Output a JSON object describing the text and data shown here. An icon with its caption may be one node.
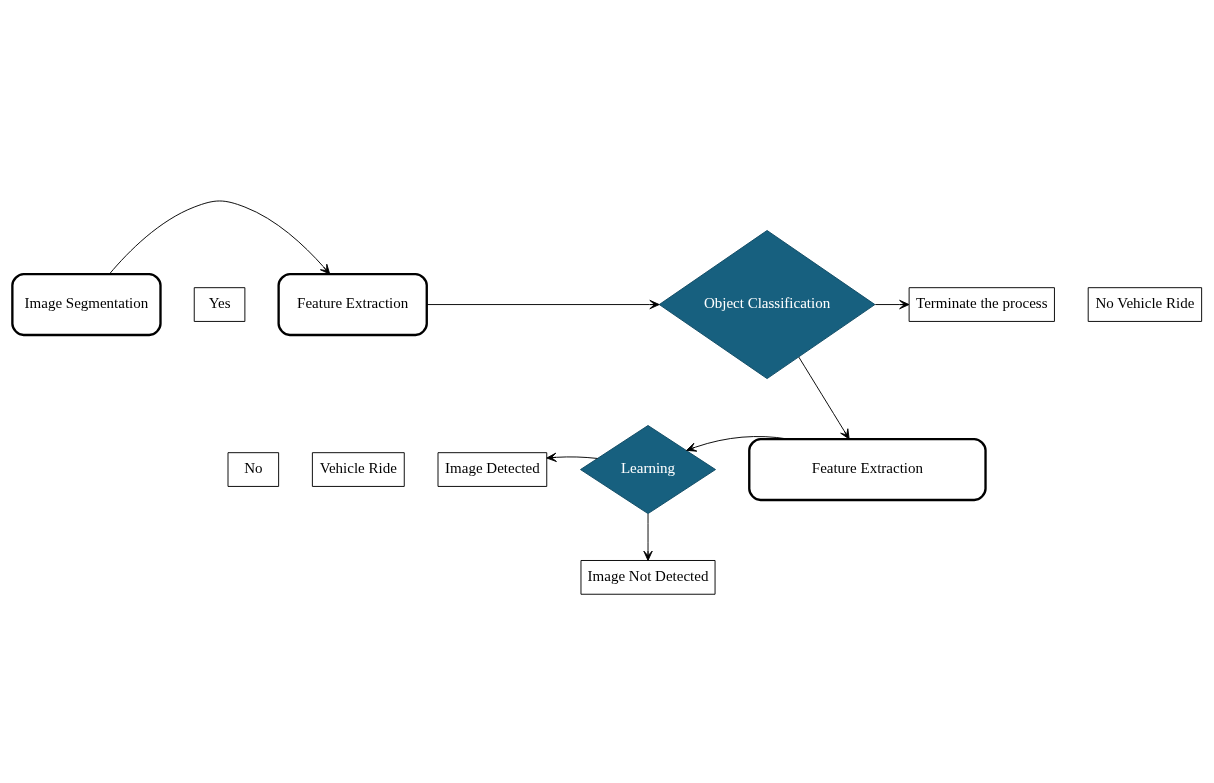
{
  "diagram": {
    "nodes": [
      {
        "text": [
          "Image Segmentation"
        ]
      },
      {
        "text": [
          "Feature Extraction"
        ]
      },
      {
        "text": [
          "Object Classification"
        ]
      },
      {
        "text": [
          "No Vehicle Ride"
        ]
      },
      {
        "text": [
          "Terminate the process"
        ]
      },
      {
        "text": [
          "Yes"
        ]
      },
      {
        "text": [
          "No"
        ]
      },
      {
        "text": [
          "Vehicle Ride"
        ]
      },
      {
        "text": [
          "Feature Extraction"
        ]
      },
      {
        "text": [
          "Learning"
        ]
      },
      {
        "text": [
          "Image Detected"
        ]
      },
      {
        "text": [
          "Image Not Detected"
        ]
      }
    ],
    "edges": [
      {
        "from": 0,
        "to": 1,
        "arrow": "to"
      },
      {
        "from": 1,
        "to": 2,
        "arrow": "to"
      },
      {
        "from": 2,
        "to": 4,
        "arrow": "to"
      },
      {
        "from": 2,
        "to": 8,
        "arrow": "to"
      },
      {
        "from": 8,
        "to": 9,
        "arrow": "to"
      },
      {
        "from": 9,
        "to": 10,
        "arrow": "to"
      },
      {
        "from": 9,
        "to": 11,
        "arrow": "to"
      }
    ]
  }
}
